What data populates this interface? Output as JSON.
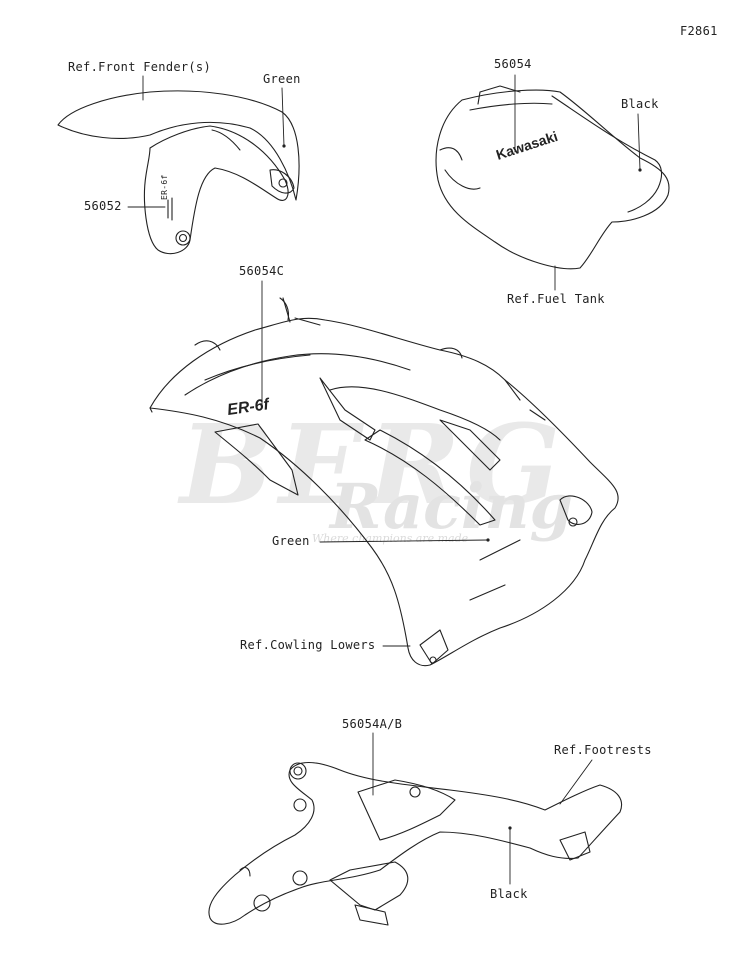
{
  "diagram_code": "F2861",
  "watermark": {
    "brand": "BERG",
    "sub": "Racing",
    "tagline": "Where champions are made"
  },
  "parts": {
    "front_fender": {
      "ref_label": "Ref.Front Fender(s)",
      "part_number": "56052",
      "color_label": "Green",
      "decal_text": "ER-6f"
    },
    "fuel_tank": {
      "ref_label": "Ref.Fuel Tank",
      "part_number": "56054",
      "color_label": "Black",
      "decal_text": "Kawasaki"
    },
    "cowling": {
      "ref_label": "Ref.Cowling Lowers",
      "part_number": "56054C",
      "color_label": "Green",
      "decal_text": "ER-6f"
    },
    "footrests": {
      "ref_label": "Ref.Footrests",
      "part_number": "56054A/B",
      "color_label": "Black"
    }
  }
}
